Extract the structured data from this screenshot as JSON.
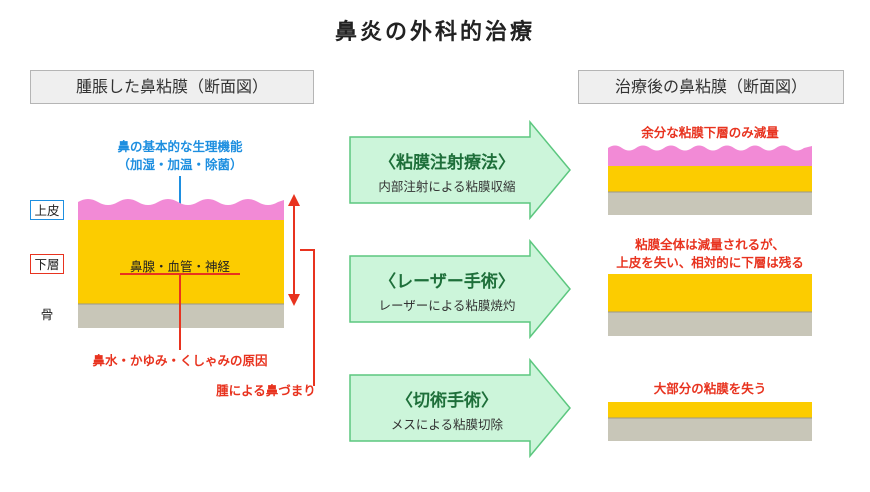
{
  "title": "鼻炎の外科的治療",
  "left": {
    "header": "腫脹した鼻粘膜（断面図）",
    "function_label_1": "鼻の基本的な生理機能",
    "function_label_2": "（加湿・加温・除菌）",
    "inner_label": "鼻腺・血管・神経",
    "symptoms_label": "鼻水・かゆみ・くしゃみの原因",
    "congestion_label": "腫による鼻づまり",
    "layer_upper": "上皮",
    "layer_lower": "下層",
    "layer_bone": "骨"
  },
  "right": {
    "header": "治療後の鼻粘膜（断面図）",
    "result_1": "余分な粘膜下層のみ減量",
    "result_2_line1": "粘膜全体は減量されるが、",
    "result_2_line2": "上皮を失い、相対的に下層は残る",
    "result_3": "大部分の粘膜を失う"
  },
  "procedures": [
    {
      "title": "〈粘膜注射療法〉",
      "subtitle": "内部注射による粘膜収縮"
    },
    {
      "title": "〈レーザー手術〉",
      "subtitle": "レーザーによる粘膜焼灼"
    },
    {
      "title": "〈切術手術〉",
      "subtitle": "メスによる粘膜切除"
    }
  ],
  "colors": {
    "epithelium": "#f28ad6",
    "submucosa": "#fccc00",
    "bone": "#c8c6b8",
    "arrow_fill": "#ccf5da",
    "arrow_stroke": "#5cc77f",
    "blue": "#1e8fe0",
    "red": "#e8331f"
  }
}
